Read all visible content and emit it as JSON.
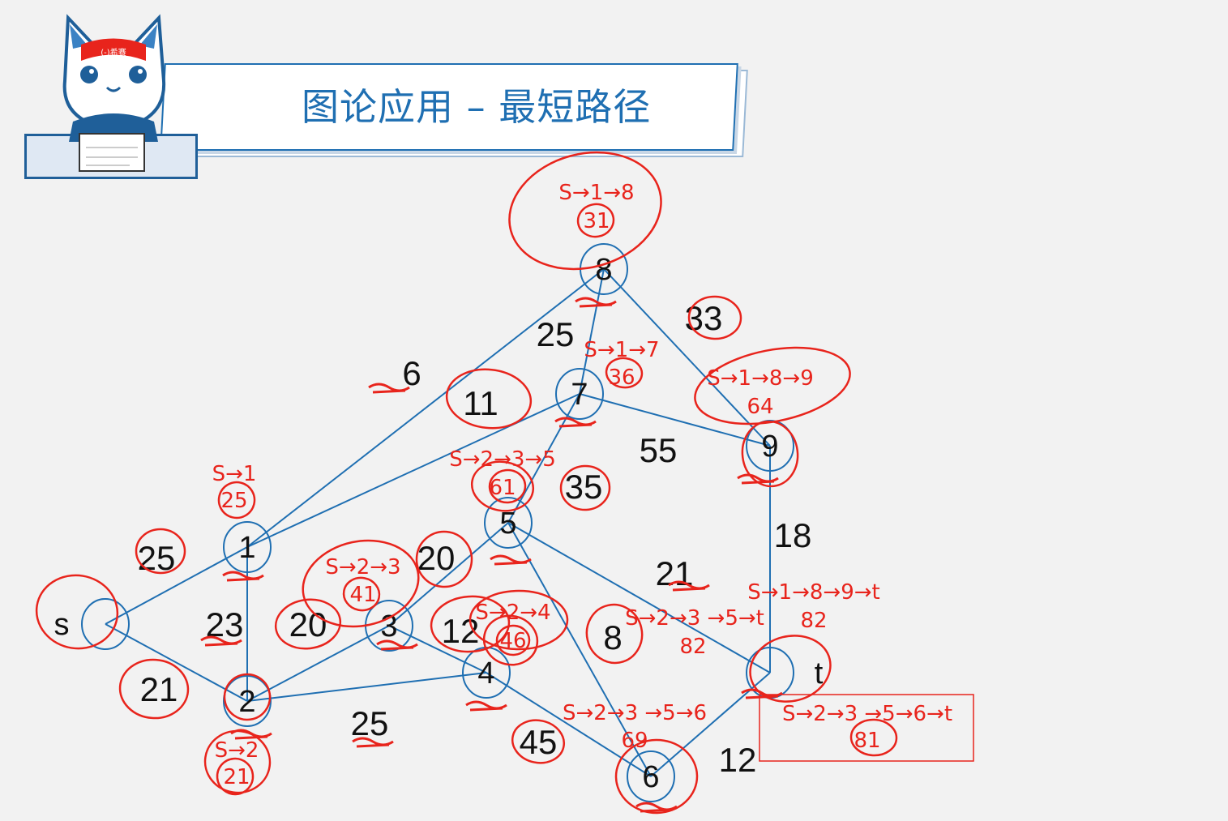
{
  "title": "图论应用 – 最短路径",
  "mascot": {
    "headband_text": "(-)希赛"
  },
  "nodes": [
    {
      "id": "s",
      "label": "s"
    },
    {
      "id": "1",
      "label": "1"
    },
    {
      "id": "2",
      "label": "2"
    },
    {
      "id": "3",
      "label": "3"
    },
    {
      "id": "4",
      "label": "4"
    },
    {
      "id": "5",
      "label": "5"
    },
    {
      "id": "6",
      "label": "6"
    },
    {
      "id": "7",
      "label": "7"
    },
    {
      "id": "8",
      "label": "8"
    },
    {
      "id": "9",
      "label": "9"
    },
    {
      "id": "t",
      "label": "t"
    }
  ],
  "edges": [
    {
      "from": "s",
      "to": "1",
      "weight": "25"
    },
    {
      "from": "s",
      "to": "2",
      "weight": "21"
    },
    {
      "from": "1",
      "to": "2",
      "weight": "23"
    },
    {
      "from": "1",
      "to": "8",
      "weight": "6"
    },
    {
      "from": "1",
      "to": "7",
      "weight": "11"
    },
    {
      "from": "2",
      "to": "3",
      "weight": "20"
    },
    {
      "from": "2",
      "to": "4",
      "weight": "25"
    },
    {
      "from": "3",
      "to": "5",
      "weight": "20"
    },
    {
      "from": "3",
      "to": "4",
      "weight": "12"
    },
    {
      "from": "8",
      "to": "7",
      "weight": "25"
    },
    {
      "from": "8",
      "to": "9",
      "weight": "33"
    },
    {
      "from": "7",
      "to": "9",
      "weight": "55"
    },
    {
      "from": "7",
      "to": "5",
      "weight": "35"
    },
    {
      "from": "5",
      "to": "t",
      "weight": "21"
    },
    {
      "from": "5",
      "to": "6",
      "weight": "8"
    },
    {
      "from": "4",
      "to": "6",
      "weight": "45"
    },
    {
      "from": "9",
      "to": "t",
      "weight": "18"
    },
    {
      "from": "6",
      "to": "t",
      "weight": "12"
    }
  ],
  "annotations": [
    {
      "id": "n8",
      "path": "S→1→8",
      "dist": "31"
    },
    {
      "id": "n7",
      "path": "S→1→7",
      "dist": "36"
    },
    {
      "id": "n9",
      "path": "S→1→8→9",
      "dist": "64"
    },
    {
      "id": "n5",
      "path": "S→2→3→5",
      "dist": "61"
    },
    {
      "id": "n1",
      "path": "S→1",
      "dist": "25"
    },
    {
      "id": "n3",
      "path": "S→2→3",
      "dist": "41"
    },
    {
      "id": "n4",
      "path": "S→2→4",
      "dist": "46"
    },
    {
      "id": "t1",
      "path": "S→2→3 →5→t",
      "dist": "82"
    },
    {
      "id": "t2",
      "path": "S→1→8→9→t",
      "dist": "82"
    },
    {
      "id": "n6",
      "path": "S→2→3 →5→6",
      "dist": "69"
    },
    {
      "id": "n2",
      "path": "S→2",
      "dist": "21"
    },
    {
      "id": "t3",
      "path": "S→2→3 →5→6→t",
      "dist": "81"
    }
  ],
  "colors": {
    "edge": "#1f6fb2",
    "ink": "#e8241c",
    "text": "#111111",
    "title": "#1f6fb2"
  }
}
